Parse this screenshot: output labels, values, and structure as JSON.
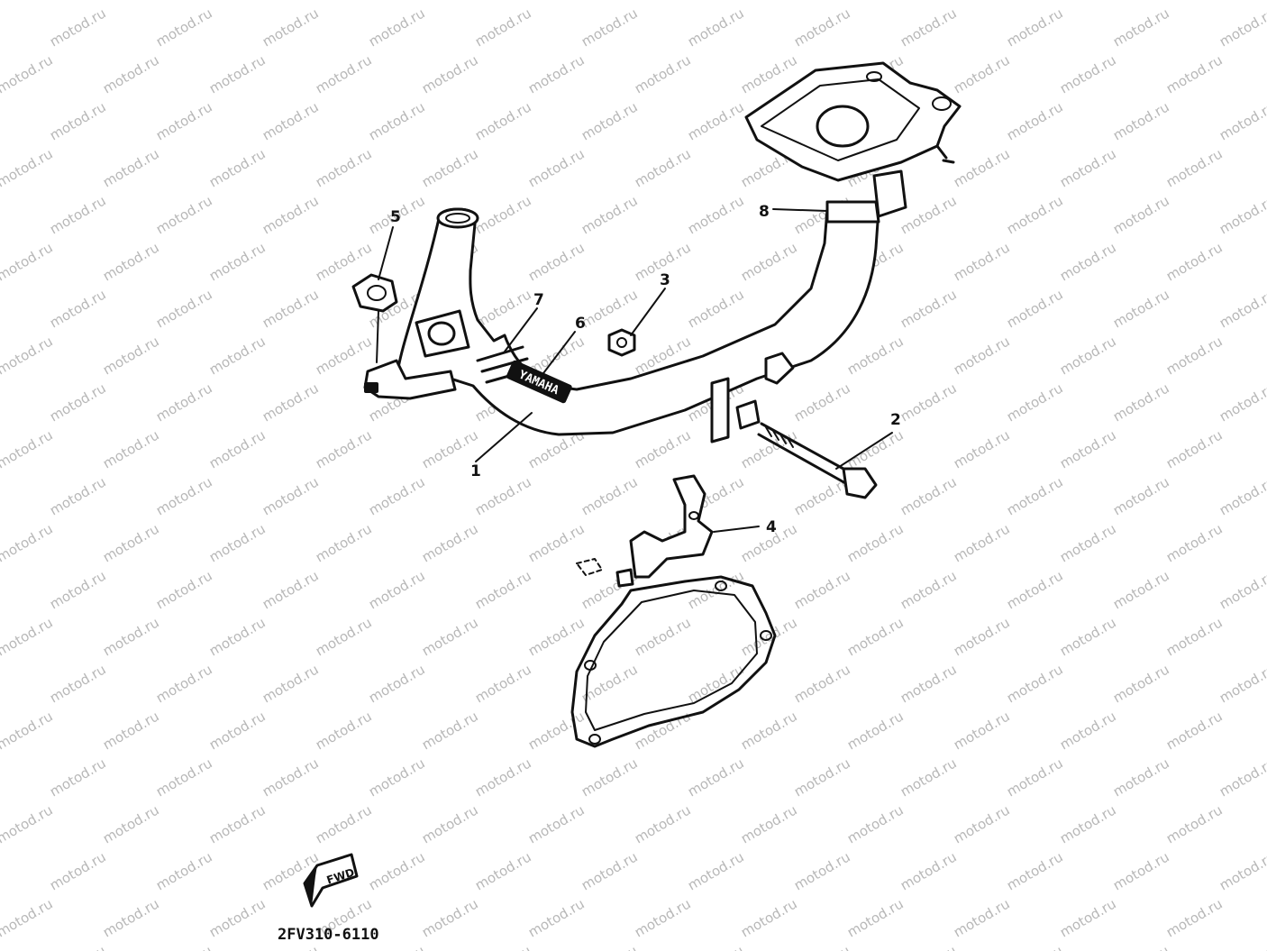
{
  "watermark": "motod.ru",
  "frame_logo": "YAMAHA",
  "fwd_label": "FWD",
  "diagram_code": "2FV310-6110",
  "callouts": [
    "1",
    "2",
    "3",
    "4",
    "5",
    "6",
    "7",
    "8"
  ]
}
